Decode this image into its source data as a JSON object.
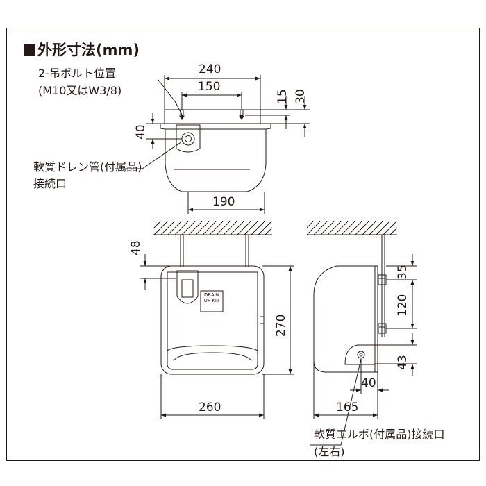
{
  "title": "外形寸法(mm)",
  "labels": {
    "bolt_line1": "2-吊ボルト位置",
    "bolt_line2": "(M10又はW3/8)",
    "drain_line1": "軟質ドレン管(付属品)",
    "drain_line2": "接続口",
    "elbow_line1": "軟質エルボ(付属品)接続口",
    "elbow_line2": "(左右)",
    "kit_text": "DRAIN UP KIT"
  },
  "dimensions": {
    "top_width": "240",
    "bolt_pitch": "150",
    "bolt_depth_15": "15",
    "bolt_depth_30": "30",
    "drain_height": "40",
    "bottom_width": "190",
    "hanger_48": "48",
    "front_height": "270",
    "front_width": "260",
    "side_35": "35",
    "side_120": "120",
    "side_43": "43",
    "side_40": "40",
    "side_depth": "165"
  },
  "colors": {
    "line": "#231815",
    "frame": "#231815"
  }
}
